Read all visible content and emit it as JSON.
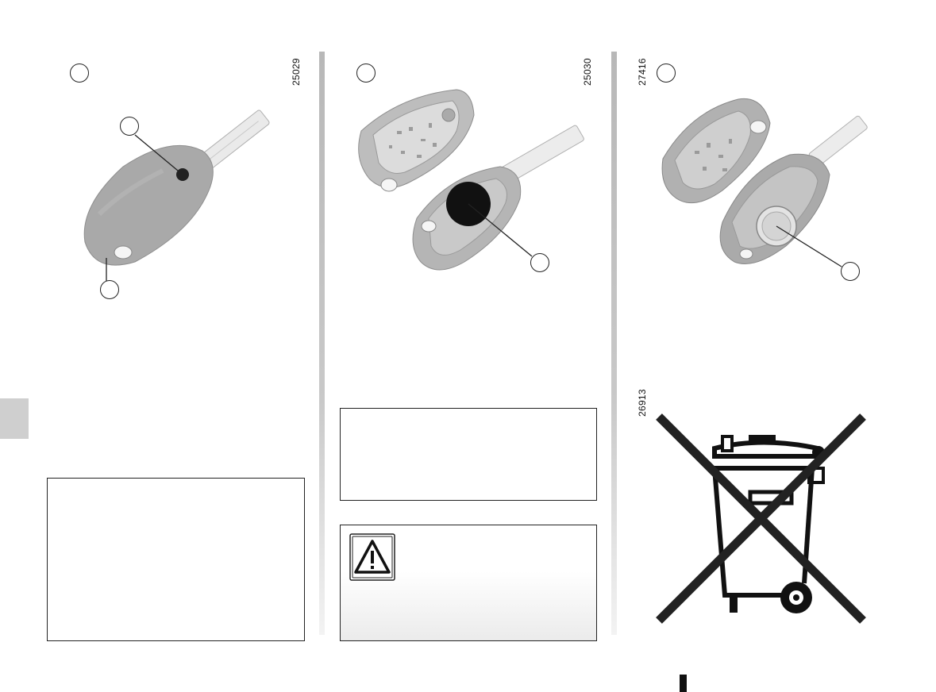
{
  "figures": {
    "fig1_id": "25029",
    "fig2_id": "25030",
    "fig3_id": "27416",
    "fig4_id": "26913"
  },
  "icons": {
    "warning": "warning-triangle-icon",
    "recycle": "crossed-out-wheelie-bin-icon"
  },
  "colors": {
    "key_shell": "#a9a9a9",
    "divider": "#bdbdbd",
    "side_tab": "#cfcfcf"
  }
}
